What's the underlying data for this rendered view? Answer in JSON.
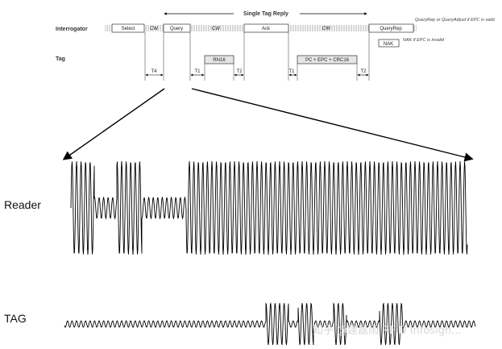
{
  "top": {
    "single_tag_reply": "Single Tag Reply",
    "interrogator_label": "Interrogator",
    "tag_label": "Tag",
    "commands": {
      "select": "Select",
      "cw1": "CW",
      "query": "Query",
      "cw2": "CW",
      "ack": "Ack",
      "cw3": "CW",
      "query_rep": "QueryRep",
      "nak": "NAK"
    },
    "replies": {
      "rn16": "RN16",
      "pc_epc_crc": "PC + EPC + CRC16"
    },
    "timings": [
      "T4",
      "T1",
      "T2",
      "T1",
      "T2"
    ],
    "notes": {
      "valid": "QueryRep or QueryAdjust if EPC is valid",
      "invalid": "NAK if EPC is invalid"
    }
  },
  "waveform": {
    "reader_label": "Reader",
    "tag_label": "TAG"
  },
  "watermark": "知乎 @建磊雨 RFID Infosigh..."
}
